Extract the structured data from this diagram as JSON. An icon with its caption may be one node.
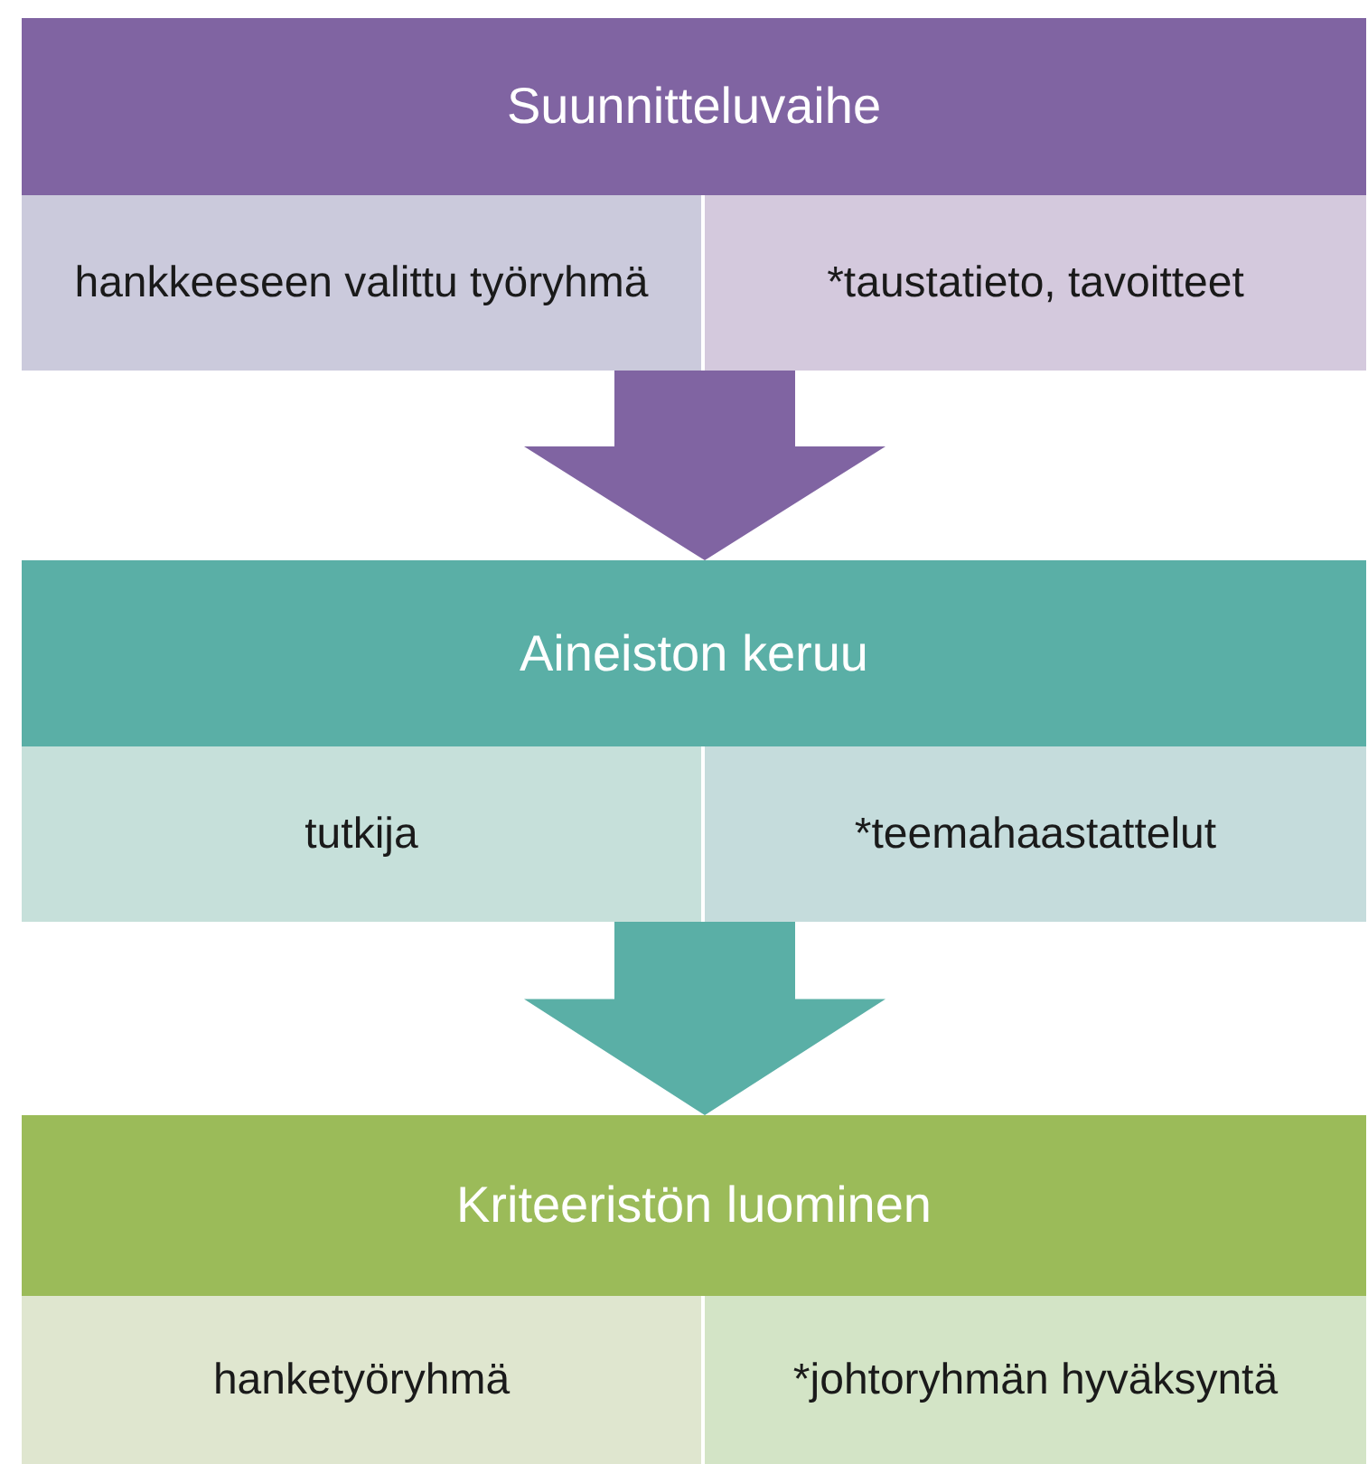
{
  "diagram": {
    "nodes": [
      {
        "text": [
          "Suunnitteluvaihe"
        ]
      },
      {
        "text": [
          "hankkeeseen valittu työryhmä"
        ],
        "in": 0
      },
      {
        "text": [
          "*taustatieto, tavoitteet"
        ],
        "in": 0
      },
      {
        "text": [
          "Aineiston keruu"
        ]
      },
      {
        "text": [
          "tutkija"
        ],
        "in": 3
      },
      {
        "text": [
          "*teemahaastattelut"
        ],
        "in": 3
      },
      {
        "text": [
          "Kriteeristön luominen"
        ]
      },
      {
        "text": [
          "hanketyöryhmä"
        ],
        "in": 6
      },
      {
        "text": [
          "*johtoryhmän hyväksyntä"
        ],
        "in": 6
      }
    ],
    "edges": [
      {
        "from": 0,
        "to": 3,
        "arrow": "to",
        "style": "thick",
        "color": "#8064a2"
      },
      {
        "from": 3,
        "to": 6,
        "arrow": "to",
        "style": "thick",
        "color": "#5aafa6"
      }
    ]
  }
}
